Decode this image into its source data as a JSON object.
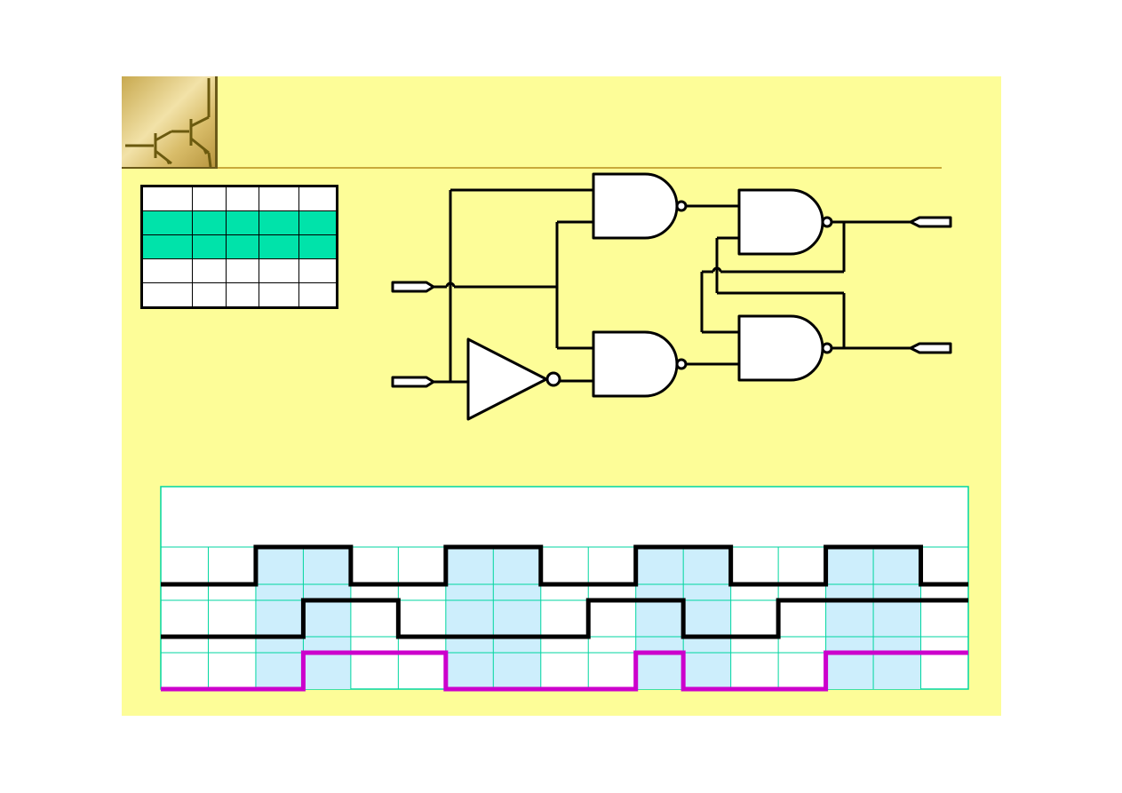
{
  "colors": {
    "slide_background": "#fdfd98",
    "table_highlight": "#00e3aa",
    "grid_line": "#00d6a0",
    "shade": "#cdeefc",
    "waveform_black": "#000000",
    "waveform_output": "#cc00cc"
  },
  "logo": {
    "icon": "transistor-icon"
  },
  "truth_table": {
    "rows": [
      [
        "",
        "",
        "",
        "",
        ""
      ],
      [
        "",
        "",
        "",
        "",
        ""
      ],
      [
        "",
        "",
        "",
        "",
        ""
      ],
      [
        "",
        "",
        "",
        "",
        ""
      ],
      [
        "",
        "",
        "",
        "",
        ""
      ]
    ],
    "highlighted_rows": [
      1,
      2
    ]
  },
  "circuit": {
    "components": [
      "input-terminal",
      "input-terminal",
      "not-gate",
      "nand-gate",
      "nand-gate",
      "nand-gate",
      "nand-gate",
      "output-terminal",
      "output-terminal"
    ]
  },
  "timing_diagram": {
    "waveforms": [
      {
        "levels": [
          0,
          0,
          1,
          1,
          0,
          0,
          1,
          1,
          0,
          0,
          1,
          1,
          0,
          0,
          1,
          1,
          0
        ]
      },
      {
        "levels": [
          0,
          0,
          0,
          1,
          1,
          0,
          0,
          0,
          0,
          1,
          1,
          0,
          0,
          1,
          1,
          1,
          1
        ]
      },
      {
        "levels": [
          0,
          0,
          0,
          1,
          1,
          1,
          0,
          0,
          0,
          0,
          1,
          0,
          0,
          0,
          1,
          1,
          1
        ]
      }
    ],
    "shaded_columns": [
      2,
      3,
      6,
      7,
      10,
      11,
      14,
      15
    ]
  }
}
